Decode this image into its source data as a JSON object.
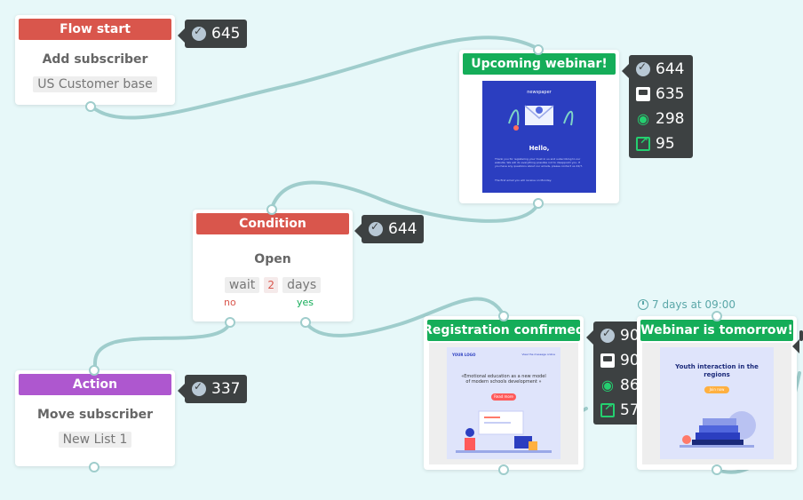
{
  "nodes": {
    "flow_start": {
      "header": "Flow start",
      "title": "Add subscriber",
      "chip": "US Customer base",
      "stat": "645"
    },
    "upcoming_webinar": {
      "header": "Upcoming webinar!",
      "stats": {
        "delivered": "644",
        "opened_inbox": "635",
        "viewed": "298",
        "clicked": "95"
      },
      "email": {
        "brand": "newspaper",
        "greeting": "Hello,",
        "body": "Thank you for registering your trust in us and subscribing to our website. We will do everything possible not to disappoint you. If you have any questions about our emails, please contact us 24/7.",
        "footer": "The first email you will receive on Monday."
      }
    },
    "condition": {
      "header": "Condition",
      "title": "Open",
      "wait_label": "wait",
      "wait_value": "2",
      "wait_unit": "days",
      "branch_no": "no",
      "branch_yes": "yes",
      "stat": "644"
    },
    "action": {
      "header": "Action",
      "title": "Move subscriber",
      "chip": "New List 1",
      "stat": "337"
    },
    "registration_confirmed": {
      "header": "Registration confirmed",
      "stats": {
        "delivered": "90",
        "opened_inbox": "90",
        "viewed": "86",
        "clicked": "57"
      },
      "email": {
        "logo": "YOUR LOGO",
        "link": "View the message online",
        "headline": "«Emotional education as a new model of modern schools development »",
        "button": "Read more"
      }
    },
    "webinar_tomorrow": {
      "header": "Webinar is tomorrow!",
      "delay": "7 days at 09:00",
      "email": {
        "headline": "Youth interaction in the regions",
        "button": "Join now"
      }
    }
  },
  "colors": {
    "red": "#d9564c",
    "purple": "#ae57cf",
    "green": "#15ad59",
    "connector": "#9fcdcc",
    "stat_bg": "#3d4142",
    "background": "#e7f8f9"
  },
  "icons": {
    "delivered": "check-circle-icon",
    "opened_inbox": "inbox-icon",
    "viewed": "eye-icon",
    "clicked": "external-link-icon"
  }
}
